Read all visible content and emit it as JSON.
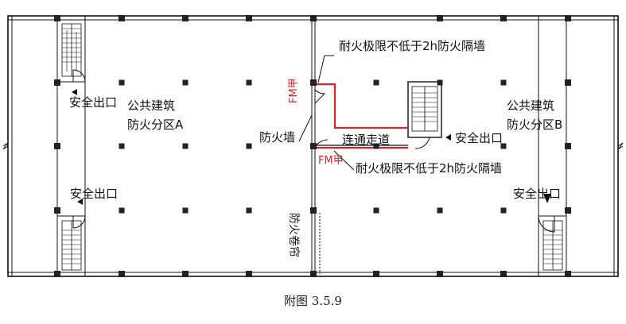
{
  "caption": "附图 3.5.9",
  "labels": {
    "fire_limit_top": "耐火极限不低于2h防火隔墙",
    "fire_limit_bottom": "耐火极限不低于2h防火隔墙",
    "public_building_a_line1": "公共建筑",
    "public_building_a_line2": "防火分区A",
    "public_building_b_line1": "公共建筑",
    "public_building_b_line2": "防火分区B",
    "firewall": "防火墙",
    "corridor": "连通走道",
    "fire_shutter": "防火卷帘",
    "fm_a_top": "FM甲",
    "fm_a_bottom": "FM甲"
  },
  "exits": [
    "安全出口",
    "安全出口",
    "安全出口",
    "安全出口"
  ],
  "colors": {
    "line": "#111111",
    "accent_red": "#d8232a",
    "column": "#222222"
  },
  "icons": {
    "exit_arrow": "exit-arrow-icon",
    "door_swing": "door-swing-icon",
    "stair": "stair-icon",
    "column": "column-icon"
  }
}
